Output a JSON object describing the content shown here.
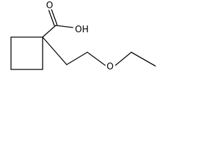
{
  "molecule": {
    "atoms": {
      "carbonyl_oxygen": "O",
      "hydroxyl_group": "OH",
      "ether_oxygen": "O"
    }
  }
}
